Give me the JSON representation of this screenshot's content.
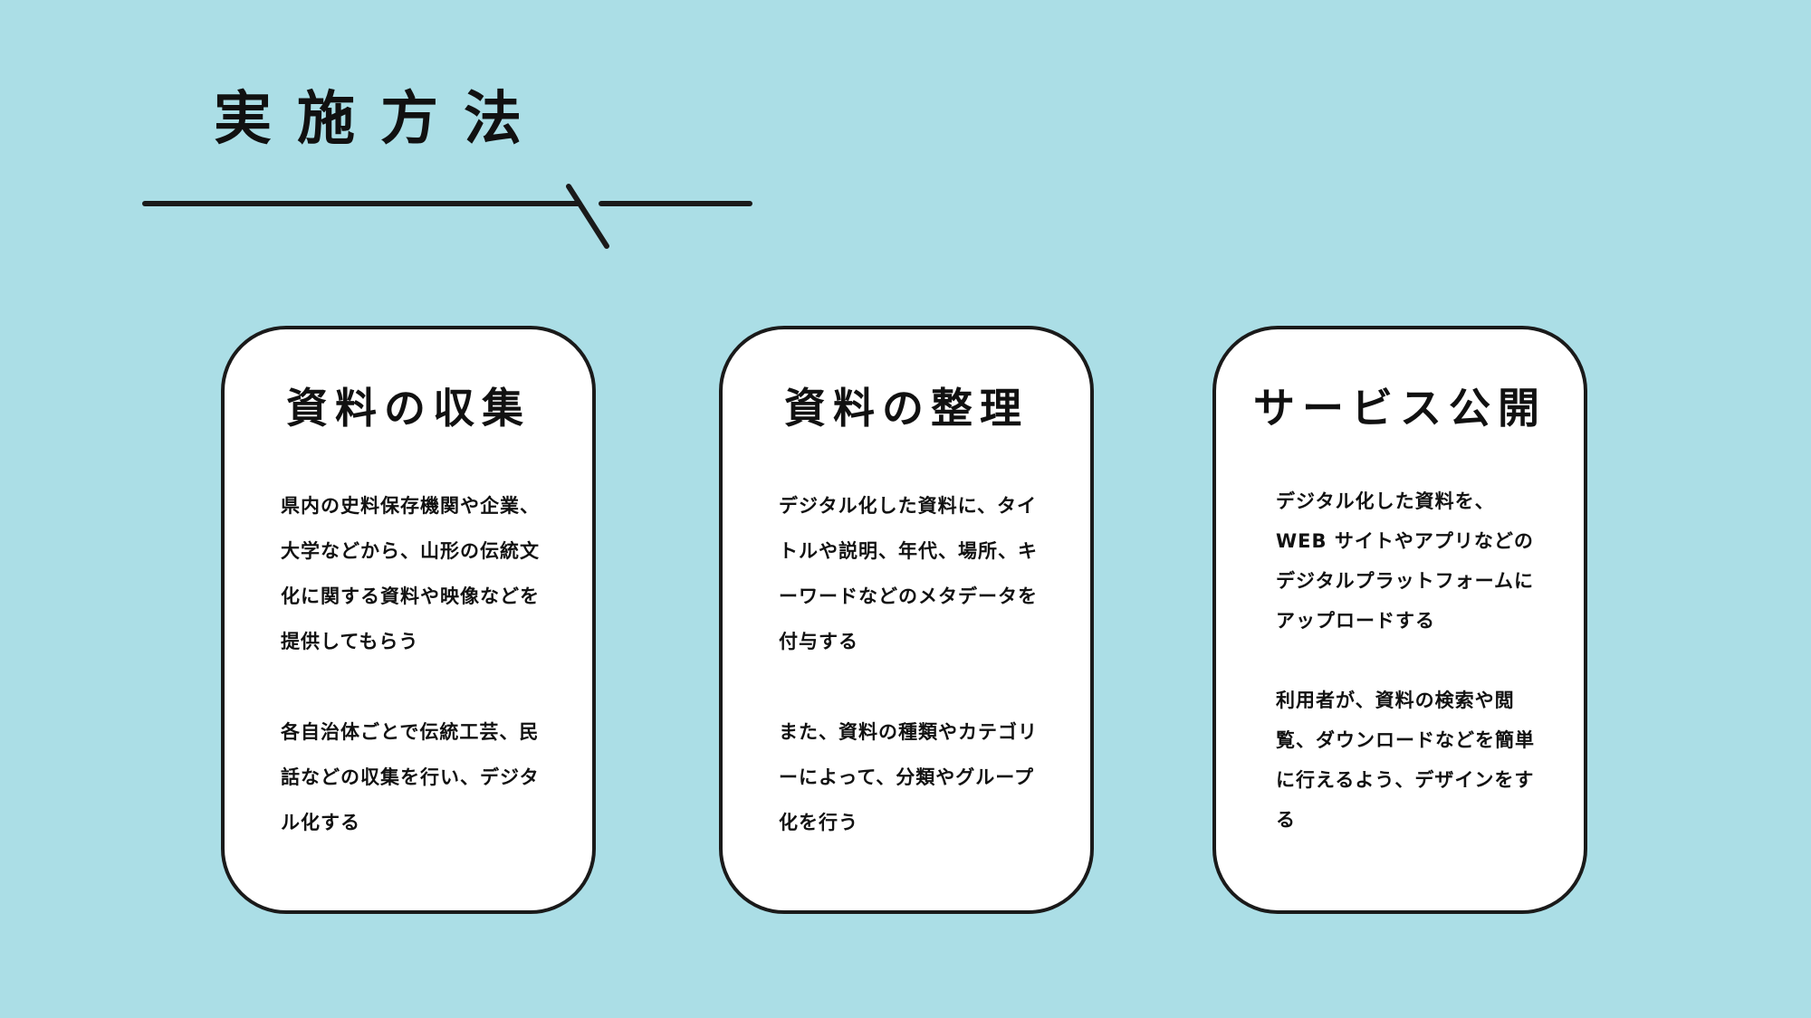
{
  "page": {
    "title": "実施方法"
  },
  "cards": [
    {
      "title": "資料の収集",
      "paragraphs": [
        "県内の史料保存機関や企業、大学などから、山形の伝統文化に関する資料や映像などを提供してもらう",
        "各自治体ごとで伝統工芸、民話などの収集を行い、デジタル化する"
      ]
    },
    {
      "title": "資料の整理",
      "paragraphs": [
        "デジタル化した資料に、タイトルや説明、年代、場所、キーワードなどのメタデータを付与する",
        "また、資料の種類やカテゴリーによって、分類やグループ化を行う"
      ]
    },
    {
      "title": "サービス公開",
      "paragraphs": [
        "デジタル化した資料を、WEB サイトやアプリなどのデジタルプラットフォームにアップロードする",
        "利用者が、資料の検索や閲覧、ダウンロードなどを簡単に行えるよう、デザインをする"
      ]
    }
  ],
  "colors": {
    "background": "#abdee6",
    "card_background": "#ffffff",
    "ink": "#111111"
  }
}
